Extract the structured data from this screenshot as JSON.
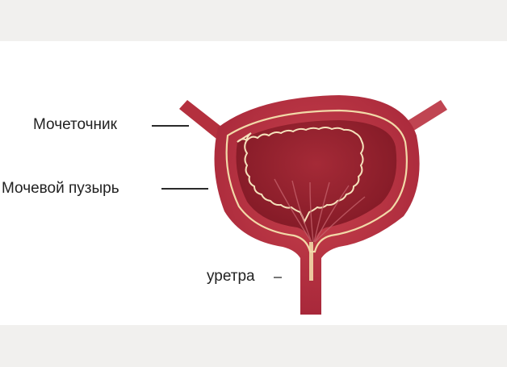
{
  "labels": {
    "ureter": "Мочеточник",
    "bladder": "Мочевой пузырь",
    "urethra": "уретра"
  },
  "colors": {
    "background_bands": "#f1f0ee",
    "panel": "#ffffff",
    "bladder_wall": "#b8323f",
    "bladder_lumen": "#8f1e2a",
    "lining": "#f2d9a8",
    "label_text": "#222222"
  }
}
